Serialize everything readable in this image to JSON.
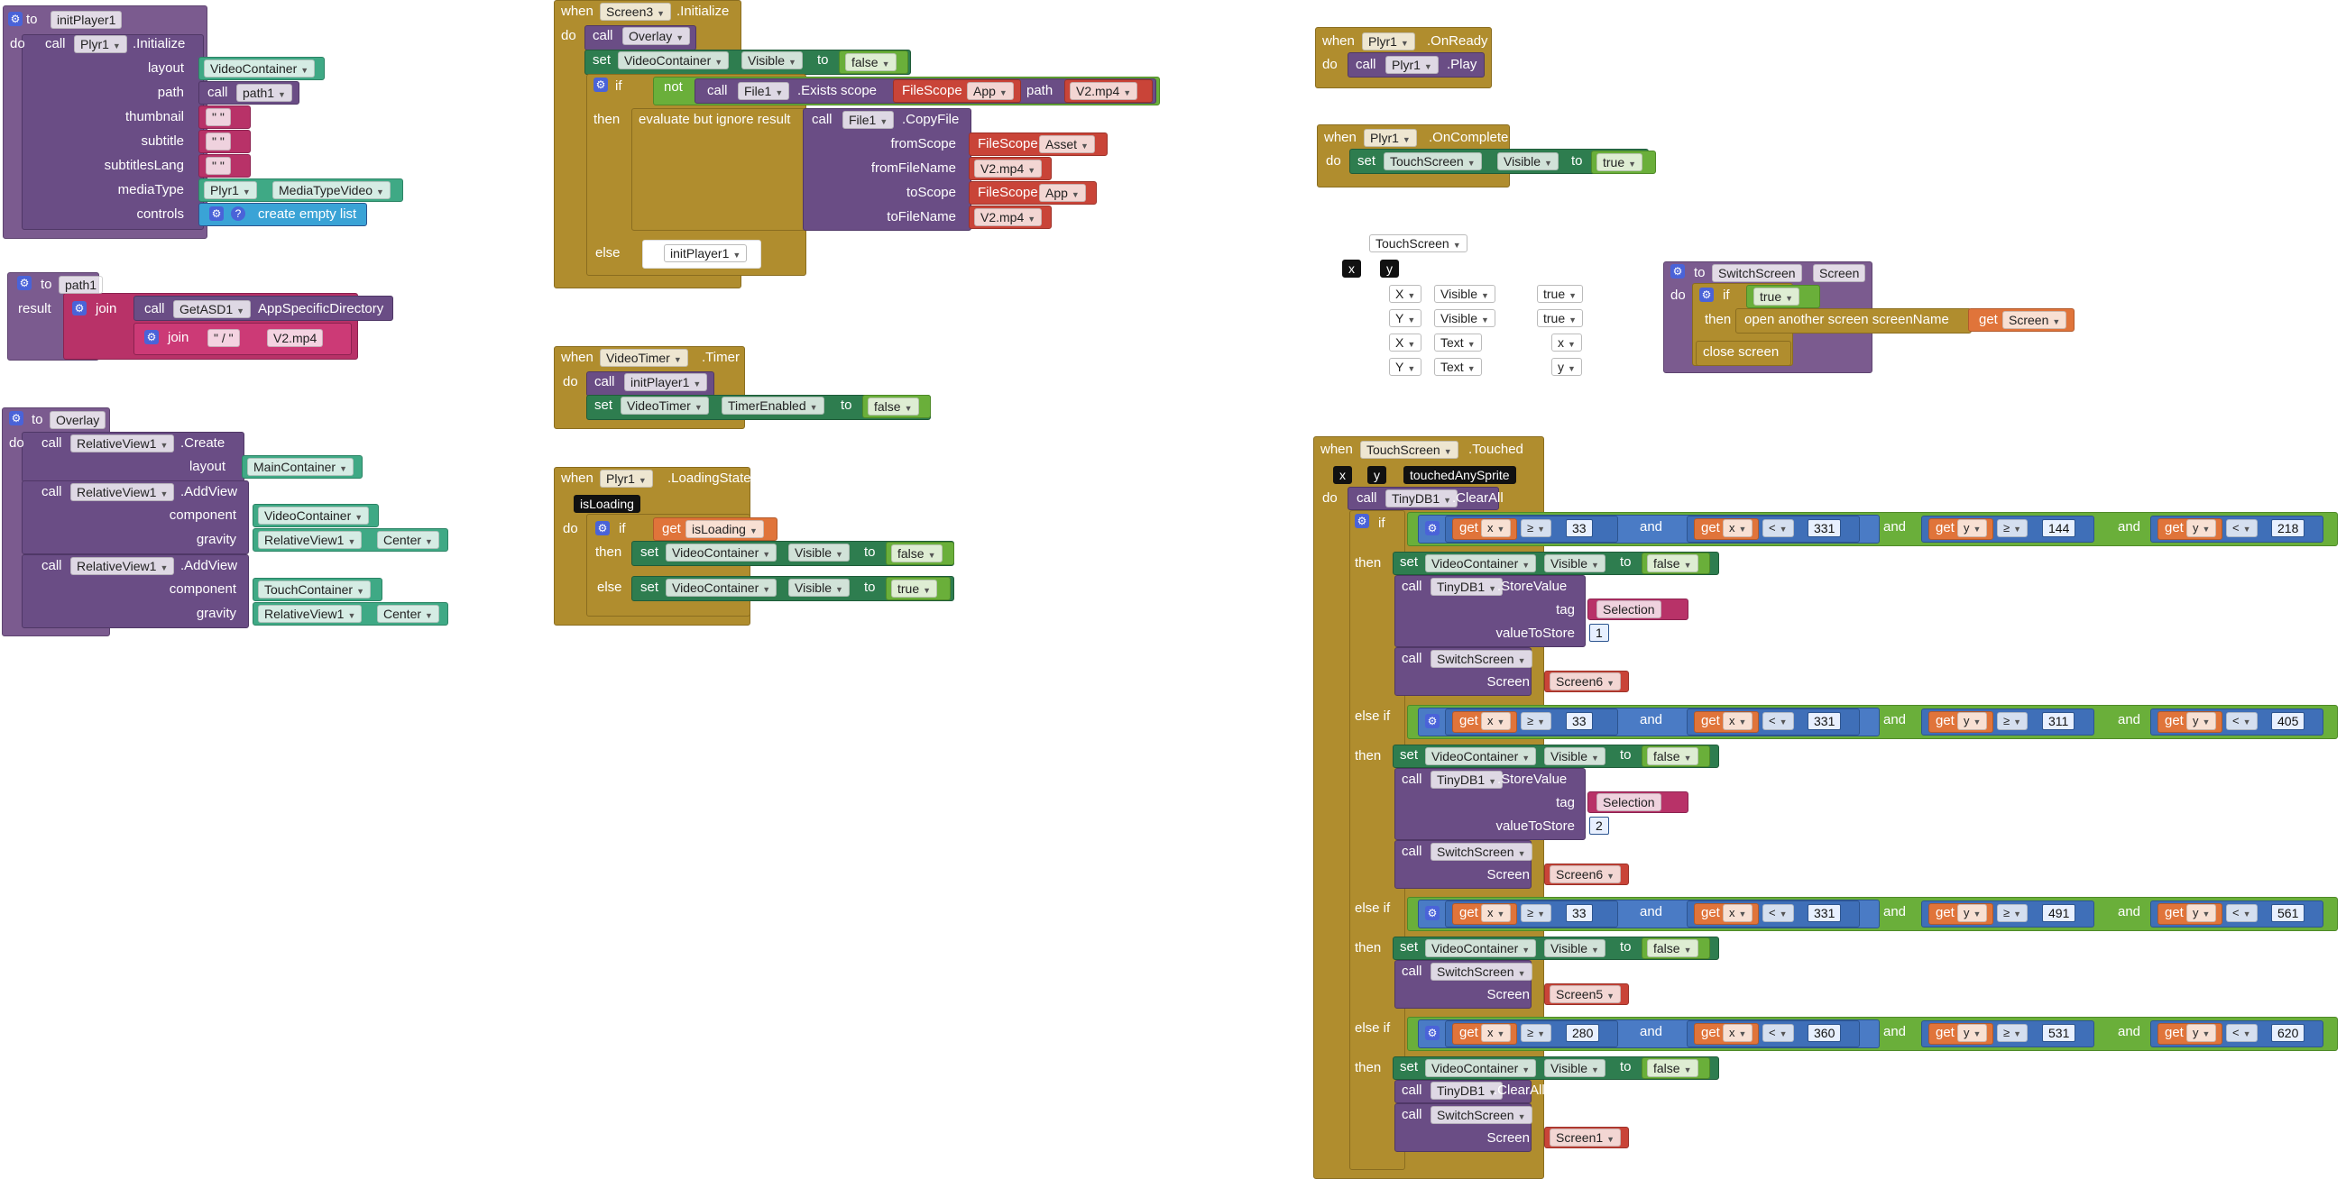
{
  "kw": {
    "to": "to",
    "do": "do",
    "call": "call",
    "set": "set",
    "get": "get",
    "when": "when",
    "then": "then",
    "else": "else",
    "else_if": "else if",
    "result": "result",
    "if": "if",
    "not": "not",
    "and": "and",
    "join": "join"
  },
  "init": {
    "proc_name": "initPlayer1",
    "comp": "Plyr1",
    "method": ".Initialize",
    "params": [
      "layout",
      "path",
      "thumbnail",
      "subtitle",
      "subtitlesLang",
      "mediaType",
      "controls"
    ],
    "layout_val": "VideoContainer",
    "path_call": "path1",
    "empty_str": "\" \"",
    "media_comp": "Plyr1",
    "media_val": "MediaTypeVideo",
    "list_label": "create empty list"
  },
  "path1": {
    "proc_name": "path1",
    "comp": "GetASD1",
    "method": "AppSpecificDirectory",
    "slash": "\" / \"",
    "file": "V2.mp4"
  },
  "overlay": {
    "proc_name": "Overlay",
    "comp": "RelativeView1",
    "create": ".Create",
    "addview": ".AddView",
    "layout_lbl": "layout",
    "layout_val": "MainContainer",
    "component_lbl": "component",
    "gravity_lbl": "gravity",
    "c1": "VideoContainer",
    "c2": "TouchContainer",
    "grav_comp": "RelativeView1",
    "grav_val": "Center"
  },
  "screen3": {
    "comp": "Screen3",
    "event": ".Initialize",
    "overlay_call": "Overlay",
    "vc": "VideoContainer",
    "visible": "Visible",
    "to": "to",
    "false_val": "false",
    "file": "File1",
    "exists": ".Exists",
    "scope_lbl": "scope",
    "fs": "FileScope",
    "app": "App",
    "path_lbl": "path",
    "fname": "V2.mp4",
    "evaluate": "evaluate but ignore result",
    "copy": ".CopyFile",
    "from_scope": "fromScope",
    "asset": "Asset",
    "from_file": "fromFileName",
    "to_scope": "toScope",
    "to_file": "toFileName",
    "init_call": "initPlayer1"
  },
  "timer": {
    "comp": "VideoTimer",
    "event": ".Timer",
    "init_call": "initPlayer1",
    "prop": "TimerEnabled",
    "false_val": "false"
  },
  "loading": {
    "comp": "Plyr1",
    "event": ".LoadingState",
    "param": "isLoading",
    "vc": "VideoContainer",
    "visible": "Visible",
    "false_val": "false",
    "true_val": "true"
  },
  "ready": {
    "comp": "Plyr1",
    "event": ".OnReady",
    "method": ".Play"
  },
  "complete": {
    "comp": "Plyr1",
    "event": ".OnComplete",
    "target": "TouchScreen",
    "visible": "Visible",
    "true_val": "true"
  },
  "ts_group": {
    "comp": "TouchScreen",
    "x": "x",
    "y": "y",
    "rows": [
      [
        "X",
        "Visible",
        "true"
      ],
      [
        "Y",
        "Visible",
        "true"
      ],
      [
        "X",
        "Text",
        "x"
      ],
      [
        "Y",
        "Text",
        "y"
      ]
    ]
  },
  "switch": {
    "proc_name": "SwitchScreen",
    "param": "Screen",
    "true_val": "true",
    "open": "open another screen  screenName",
    "close": "close screen"
  },
  "touched": {
    "comp": "TouchScreen",
    "event": ".Touched",
    "p1": "x",
    "p2": "y",
    "p3": "touchedAnySprite",
    "db": "TinyDB1",
    "clear": ".ClearAll",
    "store": ".StoreValue",
    "tag_lbl": "tag",
    "val_lbl": "valueToStore",
    "selection": "Selection",
    "vc": "VideoContainer",
    "visible": "Visible",
    "false_val": "false",
    "switch": "SwitchScreen",
    "screen_lbl": "Screen",
    "ops": {
      "gte": "≥",
      "lt": "<"
    },
    "conds": [
      {
        "x1": "33",
        "x2": "331",
        "y1": "144",
        "y2": "218",
        "store": "1",
        "screen": "Screen6"
      },
      {
        "x1": "33",
        "x2": "331",
        "y1": "311",
        "y2": "405",
        "store": "2",
        "screen": "Screen6"
      },
      {
        "x1": "33",
        "x2": "331",
        "y1": "491",
        "y2": "561",
        "screen": "Screen5"
      },
      {
        "x1": "280",
        "x2": "360",
        "y1": "531",
        "y2": "620",
        "screen": "Screen1"
      }
    ]
  }
}
